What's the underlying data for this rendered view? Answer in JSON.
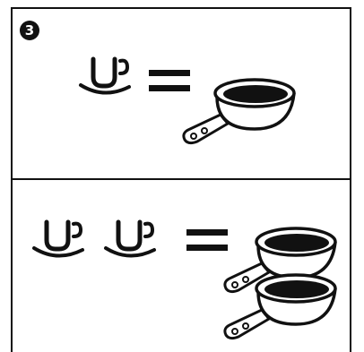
{
  "step": {
    "number": "3"
  },
  "colors": {
    "ink": "#111111",
    "paper": "#ffffff"
  },
  "rows": [
    {
      "name": "one-scoop",
      "scoop_count": 1,
      "cup_count": 1,
      "relation": "equals"
    },
    {
      "name": "two-scoops",
      "scoop_count": 2,
      "cup_count": 2,
      "relation": "equals"
    }
  ],
  "icons": {
    "scoop": "scoop-symbol-icon",
    "equals": "equals-sign-icon",
    "cup": "measuring-cup-icon"
  }
}
